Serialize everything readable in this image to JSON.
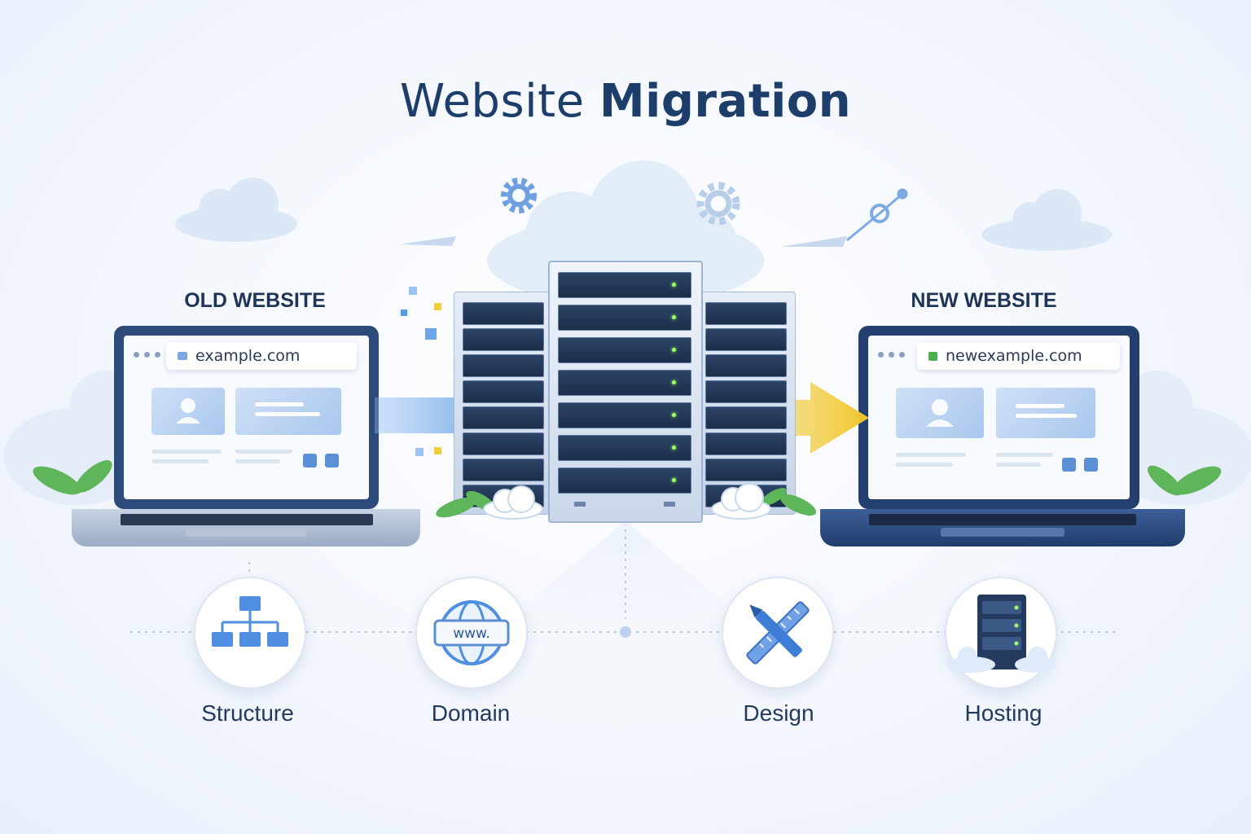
{
  "title": {
    "part1": "Website",
    "part2": "Migration"
  },
  "old_site": {
    "label": "OLD WEBSITE",
    "url": "example.com"
  },
  "new_site": {
    "label": "NEW WEBSITE",
    "url": "newexample.com"
  },
  "categories": [
    {
      "label": "Structure",
      "icon": "sitemap-icon"
    },
    {
      "label": "Domain",
      "icon": "globe-www-icon"
    },
    {
      "label": "Design",
      "icon": "pen-ruler-icon"
    },
    {
      "label": "Hosting",
      "icon": "server-cloud-icon"
    }
  ],
  "www_text": "www.",
  "colors": {
    "primary": "#1d3d6b",
    "arrow_blue": "#5b9be6",
    "arrow_yellow": "#f2cd3a",
    "secure": "#4caf50"
  }
}
